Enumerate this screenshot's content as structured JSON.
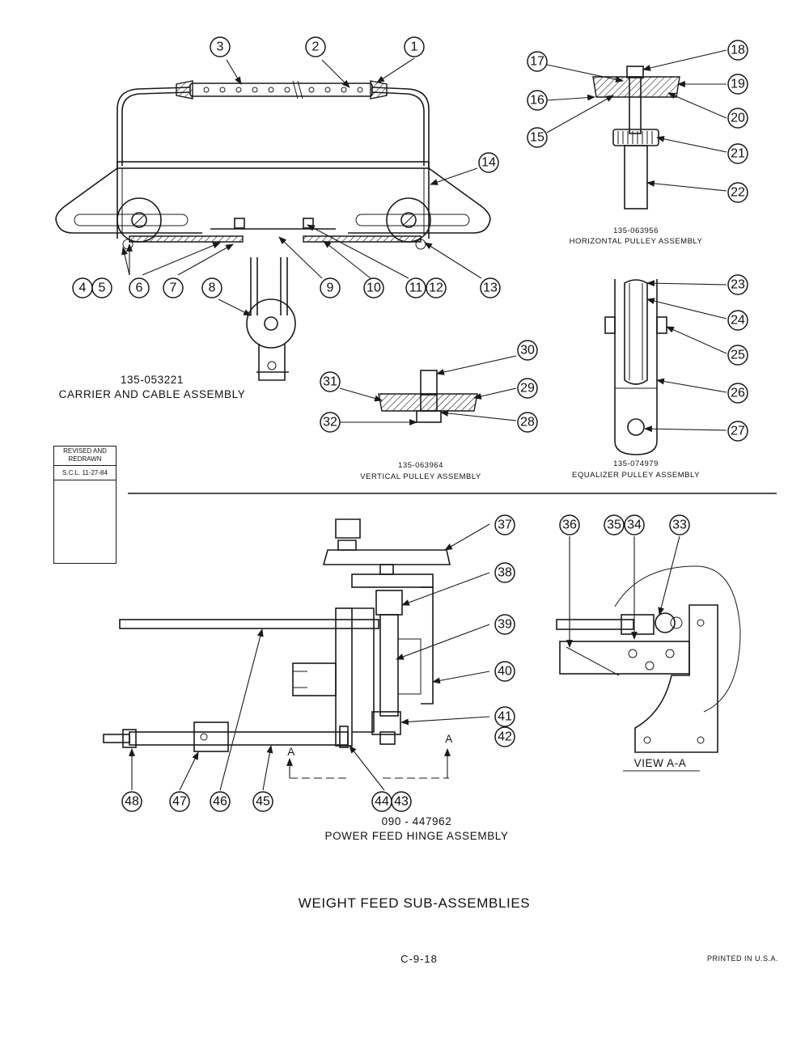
{
  "captions": {
    "carrier_part_no": "135-053221",
    "carrier_name": "CARRIER AND CABLE ASSEMBLY",
    "horizontal_part_no": "135-063956",
    "horizontal_name": "HORIZONTAL PULLEY ASSEMBLY",
    "vertical_part_no": "135-063964",
    "vertical_name": "VERTICAL PULLEY ASSEMBLY",
    "equalizer_part_no": "135-074979",
    "equalizer_name": "EQUALIZER PULLEY ASSEMBLY",
    "hinge_part_no": "090 - 447962",
    "hinge_name": "POWER FEED HINGE ASSEMBLY",
    "view_label": "VIEW A-A",
    "section_mark": "A"
  },
  "revision": {
    "line1": "REVISED AND",
    "line2": "REDRAWN",
    "line3": "S.C.L. 11-27-84"
  },
  "sheet": {
    "title": "WEIGHT FEED SUB-ASSEMBLIES",
    "page_number": "C-9-18",
    "printed": "PRINTED IN U.S.A."
  },
  "balloons": [
    "1",
    "2",
    "3",
    "4",
    "5",
    "6",
    "7",
    "8",
    "9",
    "10",
    "11",
    "12",
    "13",
    "14",
    "15",
    "16",
    "17",
    "18",
    "19",
    "20",
    "21",
    "22",
    "23",
    "24",
    "25",
    "26",
    "27",
    "28",
    "29",
    "30",
    "31",
    "32",
    "33",
    "34",
    "35",
    "36",
    "37",
    "38",
    "39",
    "40",
    "41",
    "42",
    "43",
    "44",
    "45",
    "46",
    "47",
    "48"
  ]
}
